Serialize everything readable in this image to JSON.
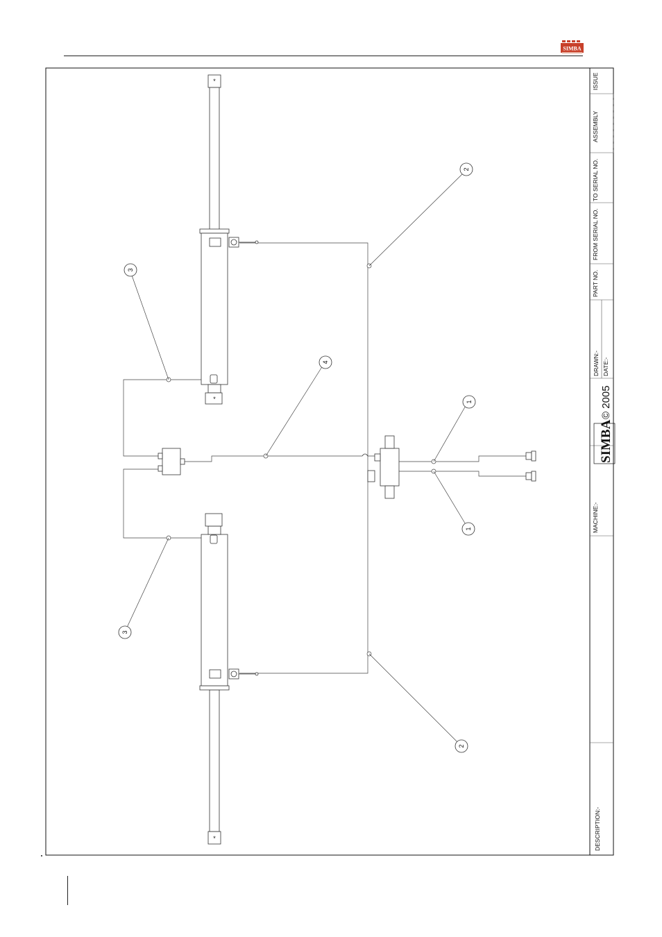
{
  "brand": {
    "logo_text": "SIMBA",
    "color": "#c8402a"
  },
  "title_block": {
    "issue": "ISSUE",
    "assembly": "ASSEMBLY",
    "to_serial": "TO SERIAL NO.",
    "from_serial": "FROM SERIAL NO.",
    "part_no": "PART NO.",
    "drawn": "DRAWN:-",
    "date": "DATE:-",
    "logo_text": "SIMBA",
    "copyright": "© 2005",
    "machine": "MACHINE:-",
    "description": "DESCRIPTION:-"
  },
  "balloons": [
    "1",
    "1",
    "2",
    "2",
    "3",
    "3",
    "4"
  ]
}
